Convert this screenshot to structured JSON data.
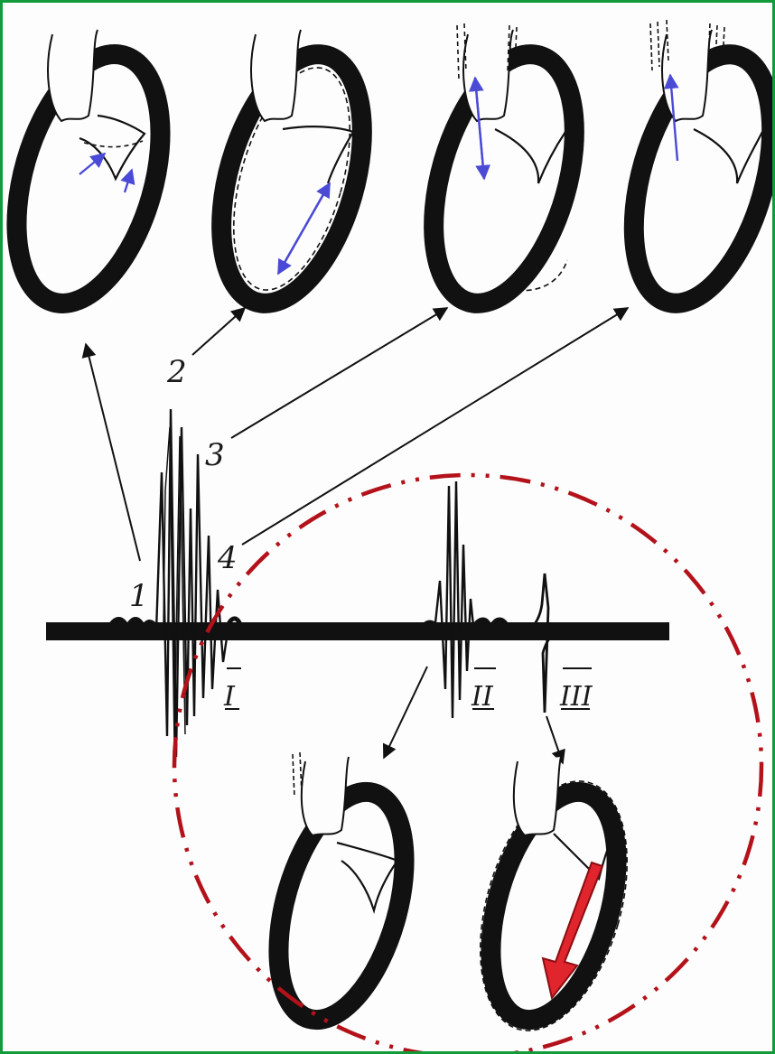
{
  "labels": {
    "phase_1": "1",
    "phase_2": "2",
    "phase_3": "3",
    "phase_4": "4",
    "tone_1": "I",
    "tone_2": "II",
    "tone_3": "III"
  },
  "colors": {
    "frame": "#139a3a",
    "ink": "#111111",
    "flow_arrow": "#4a4ad6",
    "circle": "#b3121a",
    "big_arrow": "#e0262c"
  },
  "icons": {
    "heart": "heart-diagram-icon",
    "flow": "blood-flow-arrow-icon",
    "pointer": "pointer-arrow-icon"
  }
}
